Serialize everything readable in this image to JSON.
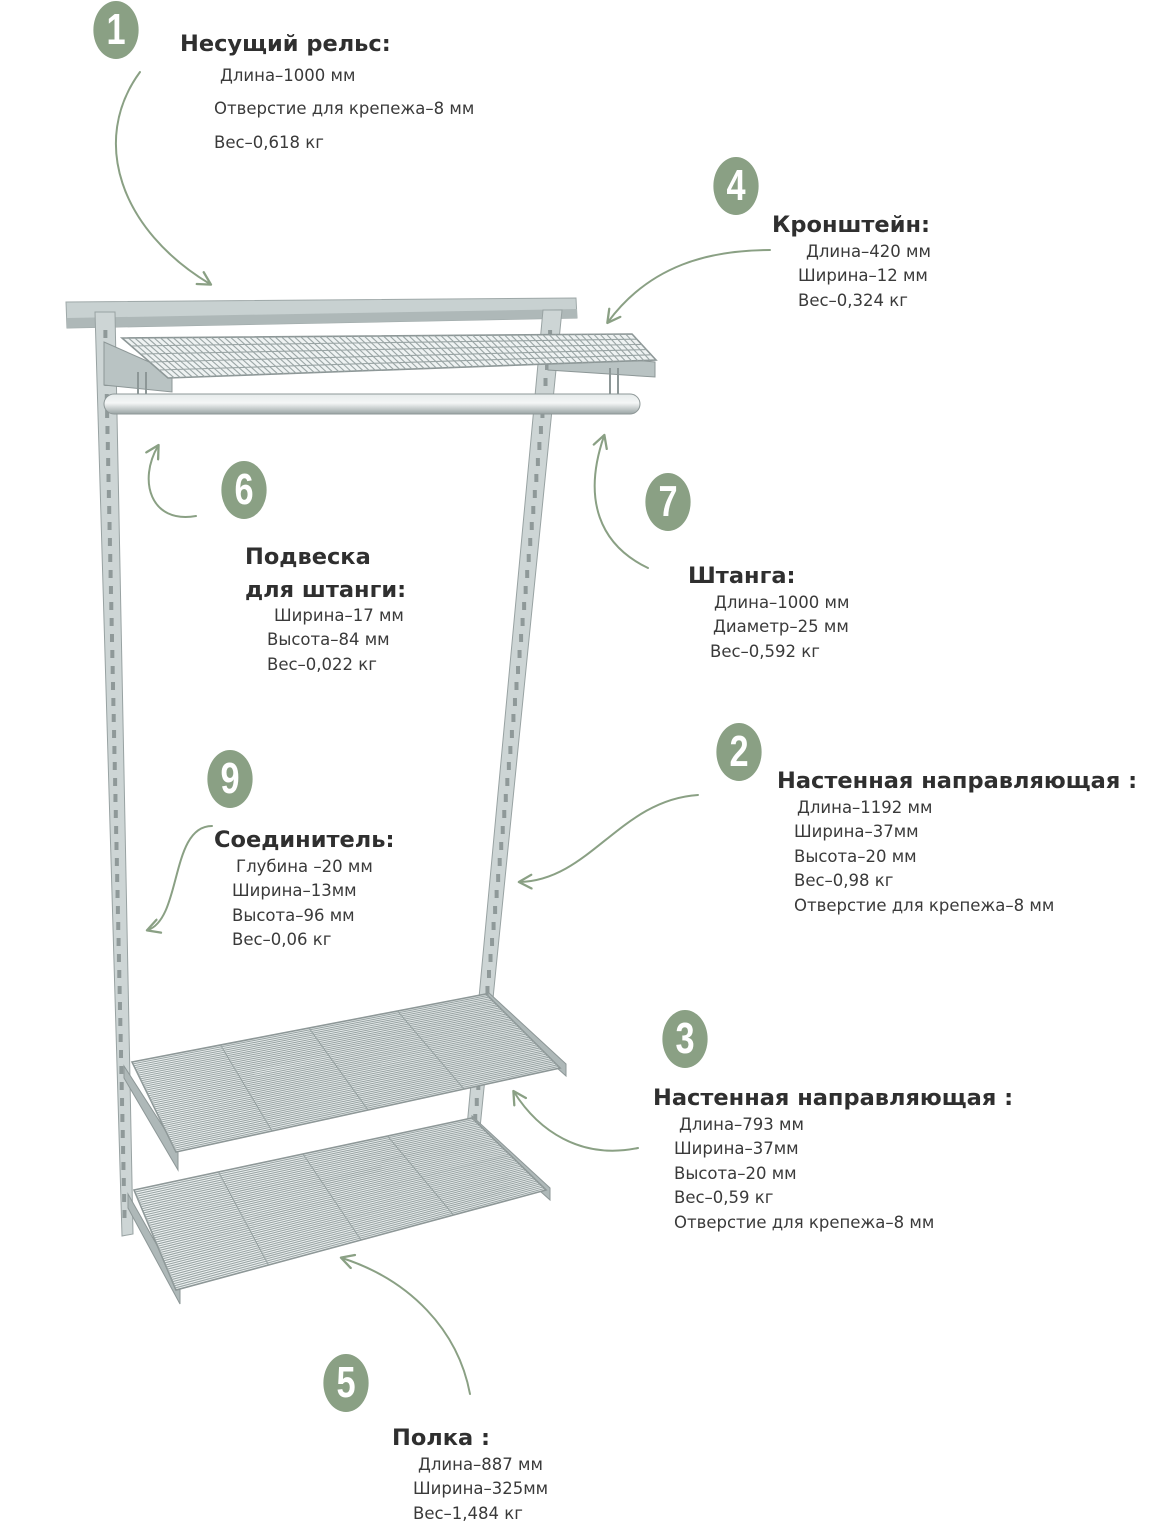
{
  "colors": {
    "accent": "#8aa084",
    "metal": "#c4cdcd",
    "metal_dark": "#8d9797",
    "text": "#333333"
  },
  "callouts": [
    {
      "number": "1",
      "title": "Несущий рельс:",
      "specs": [
        "Длина–1000 мм",
        "Отверстие для крепежа–8 мм",
        "Вес–0,618 кг"
      ]
    },
    {
      "number": "4",
      "title": "Кронштейн:",
      "specs": [
        "Длина–420 мм",
        "Ширина–12 мм",
        "Вес–0,324 кг"
      ]
    },
    {
      "number": "6",
      "title_lines": [
        "Подвеска",
        "для штанги:"
      ],
      "specs": [
        "Ширина–17 мм",
        "Высота–84 мм",
        "Вес–0,022 кг"
      ]
    },
    {
      "number": "7",
      "title": "Штанга:",
      "specs": [
        "Длина–1000 мм",
        "Диаметр–25 мм",
        "Вес–0,592 кг"
      ]
    },
    {
      "number": "2",
      "title": "Настенная направляющая :",
      "specs": [
        "Длина–1192 мм",
        "Ширина–37мм",
        "Высота–20 мм",
        "Вес–0,98 кг",
        "Отверстие для крепежа–8 мм"
      ]
    },
    {
      "number": "9",
      "title": "Соединитель:",
      "specs": [
        "Глубина –20 мм",
        "Ширина–13мм",
        "Высота–96 мм",
        "Вес–0,06 кг"
      ]
    },
    {
      "number": "3",
      "title": "Настенная направляющая :",
      "specs": [
        "Длина–793 мм",
        "Ширина–37мм",
        "Высота–20 мм",
        "Вес–0,59 кг",
        "Отверстие для крепежа–8 мм"
      ]
    },
    {
      "number": "5",
      "title": "Полка :",
      "specs": [
        "Длина–887 мм",
        "Ширина–325мм",
        "Вес–1,484 кг"
      ]
    }
  ]
}
